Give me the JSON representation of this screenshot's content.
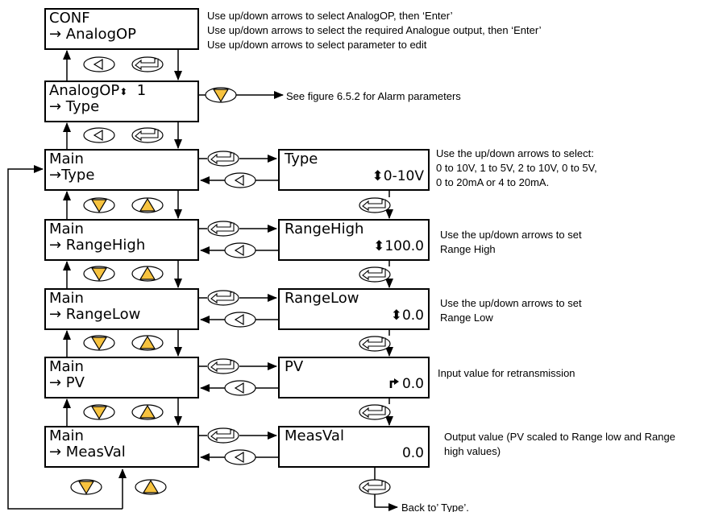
{
  "menus": {
    "conf": {
      "line1": "CONF",
      "line2": "→ AnalogOP"
    },
    "analogop": {
      "line1": "AnalogOP",
      "updown": "⬍",
      "number": "1",
      "line2": "→ Type"
    },
    "main_type": {
      "line1": "Main",
      "line2": "→Type"
    },
    "main_rangehigh": {
      "line1": "Main",
      "line2": "→ RangeHigh"
    },
    "main_rangelow": {
      "line1": "Main",
      "line2": "→ RangeLow"
    },
    "main_pv": {
      "line1": "Main",
      "line2": "→ PV"
    },
    "main_measval": {
      "line1": "Main",
      "line2": "→ MeasVal"
    }
  },
  "params": {
    "type": {
      "title": "Type",
      "value": "⬍0-10V"
    },
    "rangehigh": {
      "title": "RangeHigh",
      "value": "⬍100.0"
    },
    "rangelow": {
      "title": "RangeLow",
      "value": "⬍0.0"
    },
    "pv": {
      "title": "PV",
      "value": "0.0"
    },
    "measval": {
      "title": "MeasVal",
      "value": "0.0"
    }
  },
  "notes": {
    "conf_1": "Use up/down arrows to select AnalogOP, then ‘Enter’",
    "conf_2": "Use up/down arrows to select the required Analogue output, then ‘Enter’",
    "conf_3": "Use up/down arrows to select parameter to edit",
    "alarm": "See figure 6.5.2 for Alarm parameters",
    "type_1": "Use the up/down arrows to select:",
    "type_2": "0 to 10V, 1 to 5V, 2 to 10V, 0 to 5V,",
    "type_3": "0 to 20mA or 4 to 20mA.",
    "rangehigh_1": "Use the up/down arrows to set",
    "rangehigh_2": "Range High",
    "rangelow_1": "Use the up/down arrows to set",
    "rangelow_2": "Range Low",
    "pv": "Input value for retransmission",
    "measval_1": "Output value (PV scaled to Range low and Range",
    "measval_2": "high values)",
    "back": "Back to’ Type’."
  },
  "colors": {
    "line": "#000000",
    "down_fill": "#f7c33f",
    "up_fill": "#f7c33f",
    "key_fill": "#ffffff"
  }
}
